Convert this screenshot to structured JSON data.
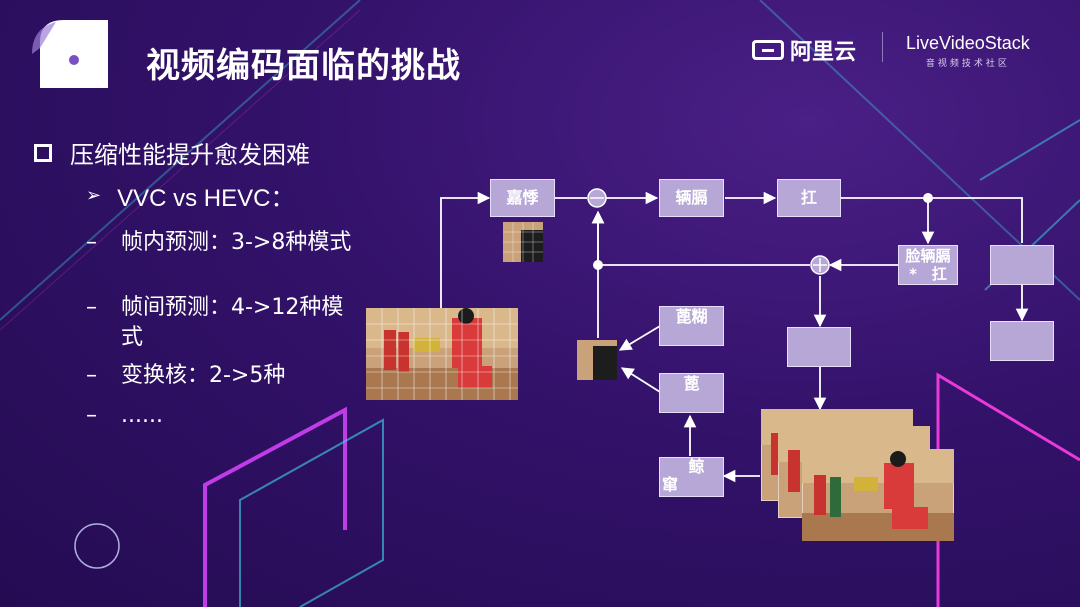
{
  "header": {
    "title": "视频编码面临的挑战",
    "brand_aliyun": "阿里云",
    "brand_lvs": "LiveVideoStack",
    "brand_lvs_sub": "音视频技术社区"
  },
  "content": {
    "main_bullet": "压缩性能提升愈发困难",
    "sub_bullet_marker": "➢",
    "sub_bullet": "VVC vs HEVC：",
    "dash": "–",
    "items": [
      "帧内预测：3->8种模式",
      "帧间预测：4->12种模式",
      "变换核：2->5种",
      "......"
    ]
  },
  "diagram": {
    "boxes": {
      "b1": "嘉悸",
      "b2": "辆膈",
      "b3": "扛",
      "b4_line1": "脸辆膈",
      "b4_line2": "*　扛",
      "b5": "",
      "b6": "",
      "b7": "",
      "b8": "蓖糊",
      "b9": "蓖",
      "b10_line1": "鲸",
      "b10_line2": "窜"
    }
  },
  "colors": {
    "box_fill": "#b7a7d6",
    "bg": "#33126a",
    "accent_pink": "#e83ad8",
    "accent_cyan": "#3fd6e8"
  }
}
